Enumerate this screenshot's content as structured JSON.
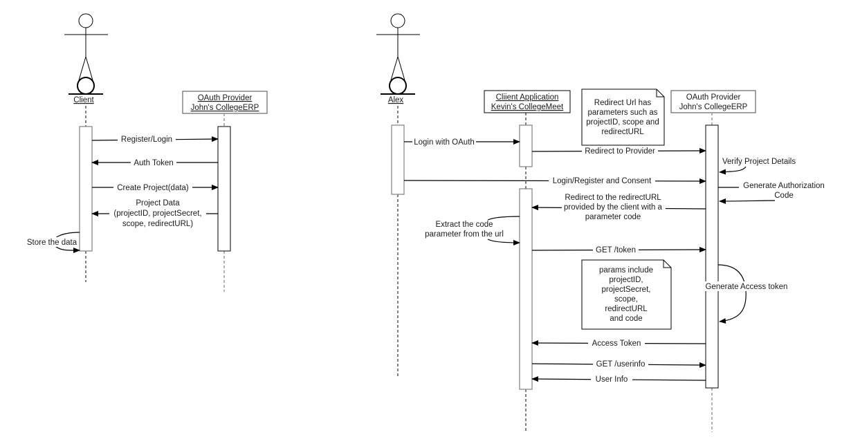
{
  "diagrams": [
    {
      "name": "project-registration",
      "participants": [
        {
          "id": "client",
          "kind": "actor",
          "label": "Client"
        },
        {
          "id": "provider",
          "kind": "object",
          "label_lines": [
            "OAuth Provider",
            "John's CollegeERP"
          ]
        }
      ],
      "messages": [
        {
          "from": "client",
          "to": "provider",
          "label_lines": [
            "Register/Login"
          ]
        },
        {
          "from": "provider",
          "to": "client",
          "label_lines": [
            "Auth Token"
          ]
        },
        {
          "from": "client",
          "to": "provider",
          "label_lines": [
            "Create Project(data)"
          ]
        },
        {
          "from": "provider",
          "to": "client",
          "label_lines": [
            "Project Data",
            "(projectID, projectSecret,",
            "scope, redirectURL)"
          ]
        },
        {
          "from": "client",
          "to": "client",
          "self": true,
          "label_lines": [
            "Store the data"
          ]
        }
      ]
    },
    {
      "name": "oauth-login-flow",
      "participants": [
        {
          "id": "alex",
          "kind": "actor",
          "label": "Alex"
        },
        {
          "id": "app",
          "kind": "object",
          "label_lines": [
            "Cliient Application",
            "Kevin's CollegeMeet"
          ]
        },
        {
          "id": "provider",
          "kind": "object",
          "label_lines": [
            "OAuth Provider",
            "John's CollegeERP"
          ]
        }
      ],
      "messages": [
        {
          "from": "alex",
          "to": "app",
          "label_lines": [
            "Login with OAuth"
          ]
        },
        {
          "from": "app",
          "to": "provider",
          "label_lines": [
            "Redirect to Provider"
          ]
        },
        {
          "from": "provider",
          "to": "provider",
          "self": true,
          "label_lines": [
            "Verify Project Details"
          ]
        },
        {
          "from": "alex",
          "to": "provider",
          "label_lines": [
            "Login/Register and Consent"
          ]
        },
        {
          "from": "provider",
          "to": "provider",
          "self": true,
          "label_lines": [
            "Generate Authorization",
            "Code"
          ]
        },
        {
          "from": "provider",
          "to": "app",
          "label_lines": [
            "Redirect to the redirectURL",
            "provided by the client with a",
            "parameter code"
          ]
        },
        {
          "from": "app",
          "to": "app",
          "self": true,
          "label_lines": [
            "Extract the code",
            "parameter from the url"
          ]
        },
        {
          "from": "app",
          "to": "provider",
          "label_lines": [
            "GET /token"
          ]
        },
        {
          "from": "provider",
          "to": "provider",
          "self": true,
          "label_lines": [
            "Generate Access token"
          ]
        },
        {
          "from": "provider",
          "to": "app",
          "label_lines": [
            "Access Token"
          ]
        },
        {
          "from": "app",
          "to": "provider",
          "label_lines": [
            "GET /userinfo"
          ]
        },
        {
          "from": "provider",
          "to": "app",
          "label_lines": [
            "User Info"
          ]
        }
      ],
      "notes": [
        {
          "label_lines": [
            "Redirect Url has",
            "parameters such as",
            "projectID, scope and",
            "redirectURL"
          ]
        },
        {
          "label_lines": [
            "params include",
            "projectID,",
            "projectSecret,",
            "scope,",
            "redirectURL",
            "and code"
          ]
        }
      ]
    }
  ],
  "colors": {
    "line": "#000000",
    "activation_border": "#808080",
    "text": "#1a1a1a",
    "lifeline_gray": "#999999"
  }
}
